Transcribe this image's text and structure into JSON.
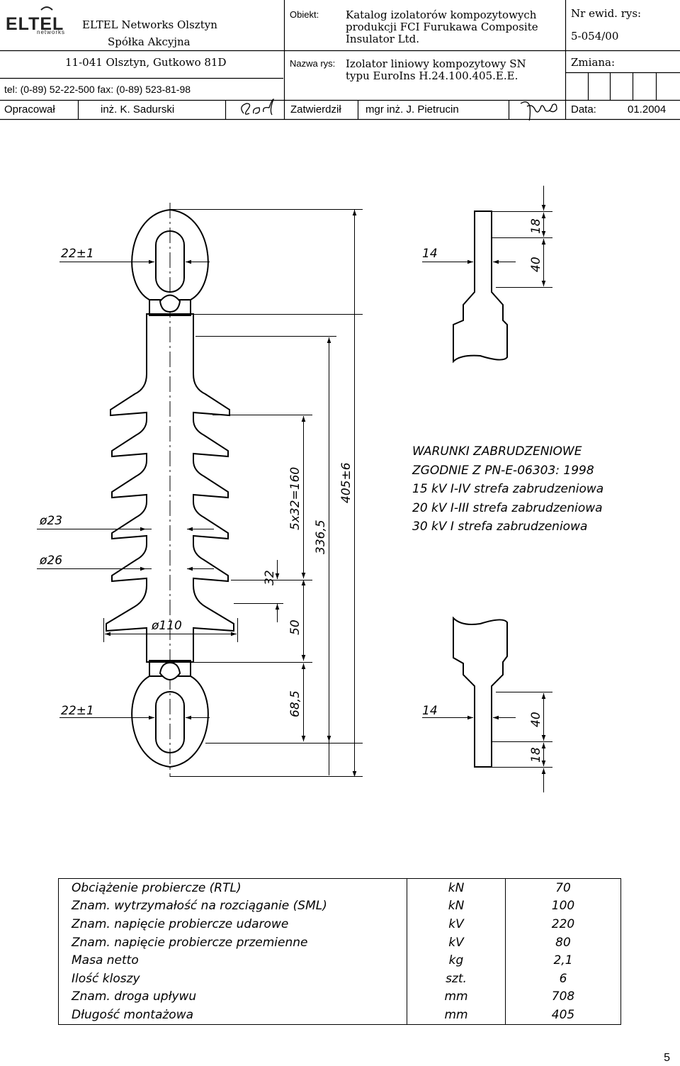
{
  "title_block": {
    "company": "ELTEL Networks Olsztyn",
    "company_form": "Spółka Akcyjna",
    "address": "11-041 Olsztyn, Gutkowo 81D",
    "phone": "tel: (0-89) 52-22-500 fax: (0-89) 523-81-98",
    "object_label": "Obiekt:",
    "object_lines": [
      "Katalog izolatorów kompozytowych",
      "produkcji FCI Furukawa Composite",
      "Insulator Ltd."
    ],
    "drawing_name_label": "Nazwa rys:",
    "drawing_name_lines": [
      "Izolator liniowy kompozytowy SN",
      "typu EuroIns H.24.100.405.E.E."
    ],
    "record_no_label": "Nr ewid. rys:",
    "record_no": "5-054/00",
    "change_label": "Zmiana:",
    "prepared_label": "Opracował",
    "prepared_by": "inż. K. Sadurski",
    "approved_label": "Zatwierdził",
    "approved_by": "mgr inż. J. Pietrucin",
    "date_label": "Data:",
    "date": "01.2004",
    "logo_main": "ELTEL",
    "logo_sub": "networks"
  },
  "dimensions": {
    "eye_top": "22±1",
    "eye_bottom": "22±1",
    "tongue_top_thickness": "14",
    "tongue_bottom_thickness": "14",
    "tongue_top_18": "18",
    "tongue_top_40": "40",
    "tongue_bottom_40": "40",
    "tongue_bottom_18": "18",
    "shed_small_diameter": "ø23",
    "shed_large_diameter": "ø26",
    "shed_spacing": "5x32=160",
    "first_shed": "32",
    "insulation_length": "336,5",
    "total_length": "405±6",
    "shed_outer_diameter": "ø110",
    "lower_housing": "50",
    "lower_fitting": "68,5"
  },
  "notes": {
    "lines": [
      "WARUNKI ZABRUDZENIOWE",
      "ZGODNIE Z PN-E-06303: 1998",
      "15 kV I-IV strefa zabrudzeniowa",
      "20 kV I-III strefa zabrudzeniowa",
      "30 kV I strefa zabrudzeniowa"
    ]
  },
  "specs": {
    "rows": [
      {
        "label": "Obciążenie probiercze (RTL)",
        "unit": "kN",
        "value": "70"
      },
      {
        "label": "Znam. wytrzymałość na rozciąganie (SML)",
        "unit": "kN",
        "value": "100"
      },
      {
        "label": "Znam. napięcie probiercze udarowe",
        "unit": "kV",
        "value": "220"
      },
      {
        "label": "Znam. napięcie probiercze przemienne",
        "unit": "kV",
        "value": "80"
      },
      {
        "label": "Masa netto",
        "unit": "kg",
        "value": "2,1"
      },
      {
        "label": "Ilość kloszy",
        "unit": "szt.",
        "value": "6"
      },
      {
        "label": "Znam. droga upływu",
        "unit": "mm",
        "value": "708"
      },
      {
        "label": "Długość montażowa",
        "unit": "mm",
        "value": "405"
      }
    ]
  },
  "page_number": "5"
}
